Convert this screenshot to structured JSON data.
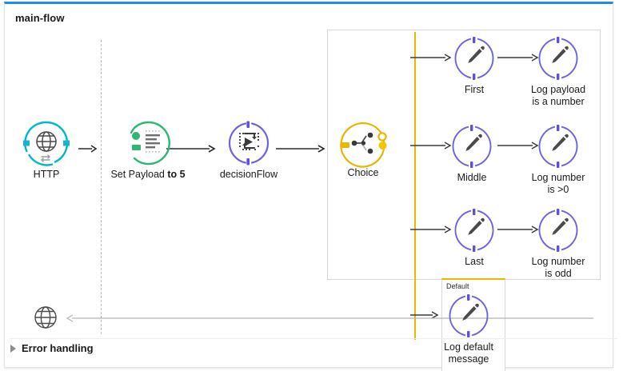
{
  "flow": {
    "title": "main-flow",
    "accent_top_color": "#1f8ceb",
    "frame_border_color": "#e3e3e3"
  },
  "colors": {
    "http_teal": "#00b8cc",
    "setpayload_green": "#2eb673",
    "flowref_purple": "#6c63e0",
    "choice_yellow": "#e8b700",
    "logger_purple": "#6c63e0",
    "arrow_gray": "#3a3a3a",
    "icon_gray": "#555555"
  },
  "nodes": {
    "http": {
      "label": "HTTP",
      "icon": "globe-icon",
      "color": "#00b8cc"
    },
    "set_payload": {
      "label_plain": "Set Payload ",
      "label_bold": "to 5",
      "icon": "set-payload-icon",
      "color": "#2eb673"
    },
    "decision_flow": {
      "label": "decisionFlow",
      "icon": "flow-reference-icon",
      "color": "#6c63e0"
    },
    "choice": {
      "label": "Choice",
      "icon": "choice-branch-icon",
      "color": "#e8b700"
    },
    "first": {
      "label": "First",
      "icon": "logger-pencil-icon",
      "color": "#6c63e0"
    },
    "log_payload_number": {
      "label": "Log payload\nis a number",
      "icon": "logger-pencil-icon",
      "color": "#6c63e0"
    },
    "middle": {
      "label": "Middle",
      "icon": "logger-pencil-icon",
      "color": "#6c63e0"
    },
    "log_number_gt0": {
      "label": "Log number\nis >0",
      "icon": "logger-pencil-icon",
      "color": "#6c63e0"
    },
    "last": {
      "label": "Last",
      "icon": "logger-pencil-icon",
      "color": "#6c63e0"
    },
    "log_number_odd": {
      "label": "Log number\nis odd",
      "icon": "logger-pencil-icon",
      "color": "#6c63e0"
    },
    "log_default_message": {
      "label": "Log default\nmessage",
      "icon": "logger-pencil-icon",
      "color": "#6c63e0"
    }
  },
  "scopes": {
    "default_scope": {
      "label": "Default",
      "accent_color": "#e8b700"
    }
  },
  "error_handling": {
    "label": "Error handling",
    "expander": "collapsed-triangle-icon",
    "icon": "globe-icon"
  }
}
